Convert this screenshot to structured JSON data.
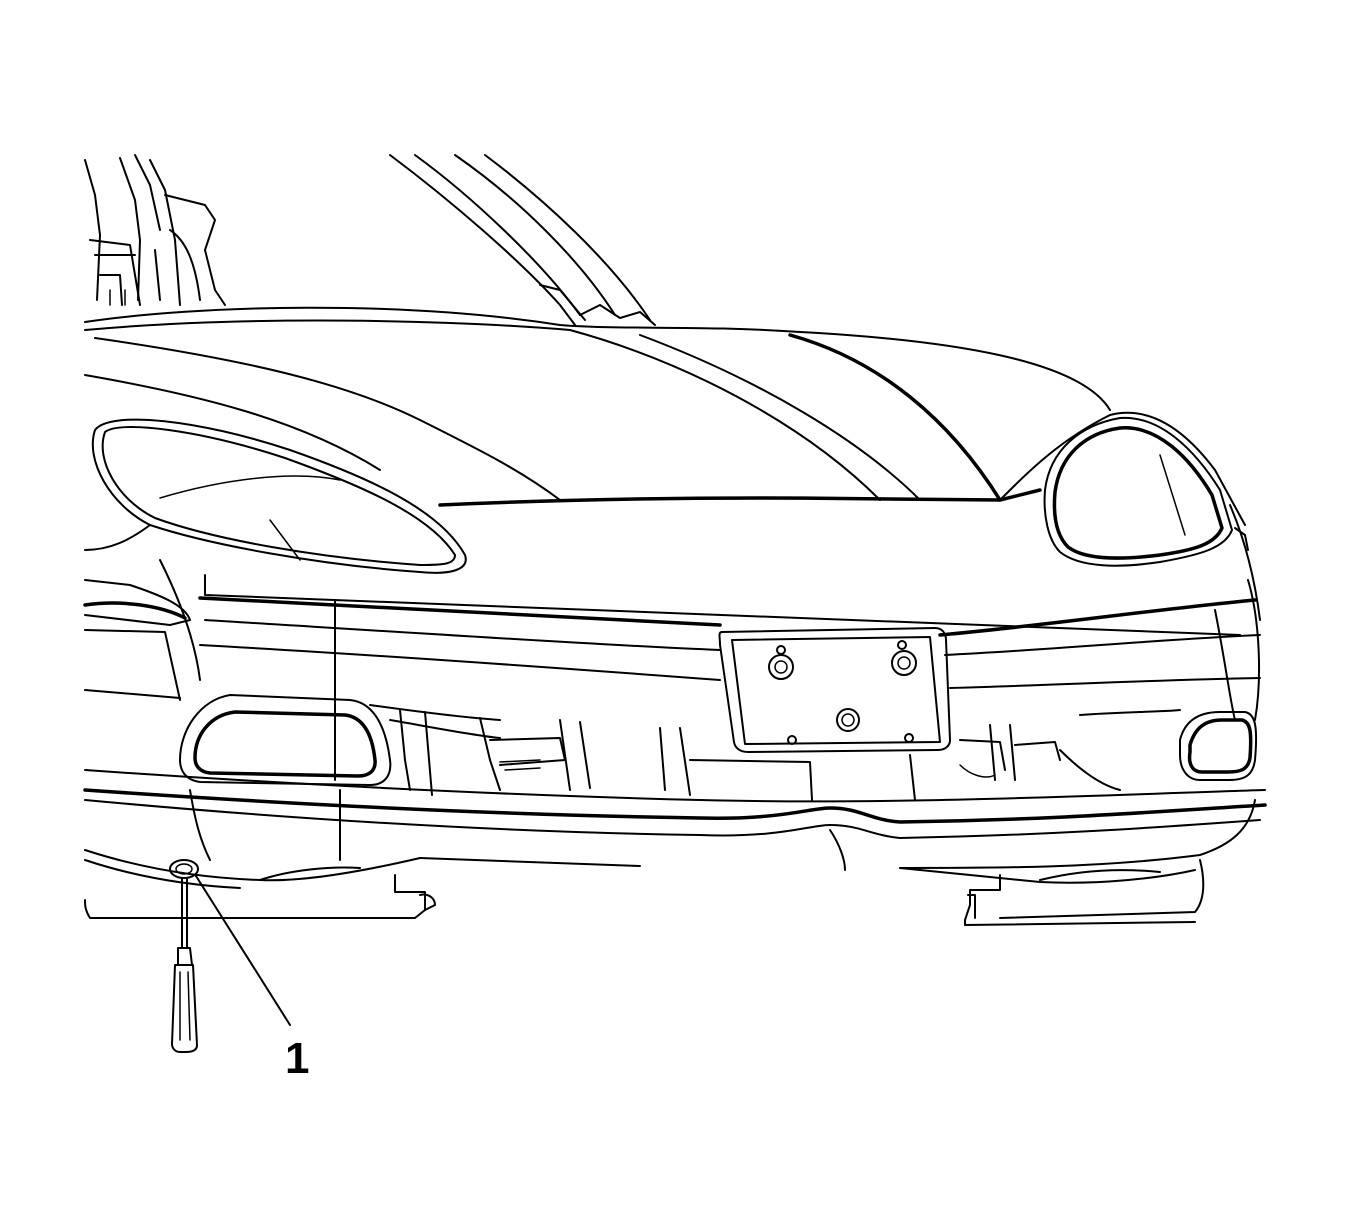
{
  "figure": {
    "callouts": [
      {
        "number": "1",
        "target": "fascia-fastener"
      }
    ]
  },
  "colors": {
    "line": "#000000",
    "background": "#ffffff"
  },
  "icons": {
    "tool": "screwdriver-icon",
    "plate": "license-plate-bracket"
  }
}
